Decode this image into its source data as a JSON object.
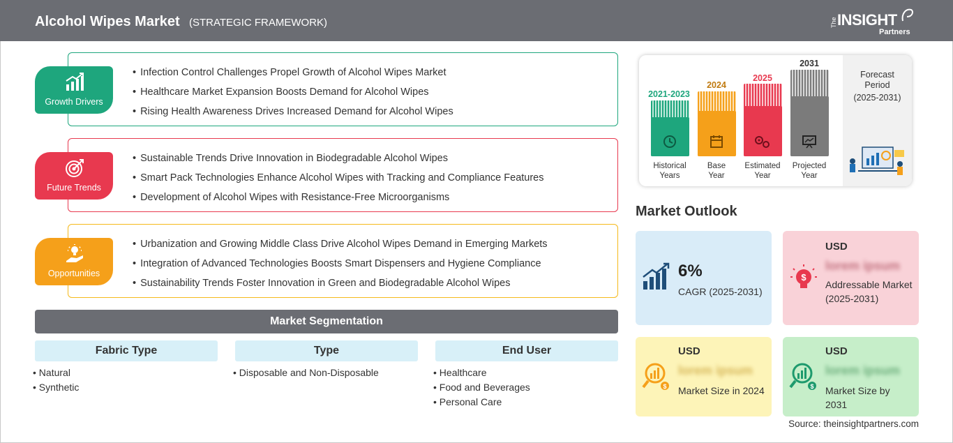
{
  "header": {
    "title": "Alcohol Wipes Market",
    "subtitle": "(STRATEGIC FRAMEWORK)",
    "logo_the": "The",
    "logo_insight": "INSIGHT",
    "logo_partners": "Partners"
  },
  "sections": [
    {
      "label": "Growth Drivers",
      "color": "#1ea67d",
      "icon": "growth-chart-icon",
      "items": [
        "Infection Control Challenges Propel Growth of Alcohol Wipes Market",
        "Healthcare Market Expansion Boosts Demand for Alcohol Wipes",
        "Rising Health Awareness Drives Increased Demand for Alcohol Wipes"
      ]
    },
    {
      "label": "Future Trends",
      "color": "#e8394f",
      "icon": "target-icon",
      "items": [
        "Sustainable Trends Drive Innovation in Biodegradable Alcohol Wipes",
        "Smart Pack Technologies Enhance Alcohol Wipes with Tracking and Compliance Features",
        "Development of Alcohol Wipes with Resistance-Free Microorganisms"
      ]
    },
    {
      "label": "Opportunities",
      "color": "#f5a01a",
      "icon": "lightbulb-hand-icon",
      "items": [
        "Urbanization and Growing Middle Class Drive Alcohol Wipes Demand in Emerging Markets",
        "Integration of Advanced Technologies Boosts Smart Dispensers and Hygiene Compliance",
        "Sustainability Trends Foster Innovation in Green and Biodegradable Alcohol Wipes"
      ]
    }
  ],
  "segmentation": {
    "title": "Market Segmentation",
    "columns": [
      {
        "heading": "Fabric Type",
        "items": [
          "Natural",
          "Synthetic"
        ]
      },
      {
        "heading": "Type",
        "items": [
          "Disposable and Non-Disposable"
        ]
      },
      {
        "heading": "End User",
        "items": [
          "Healthcare",
          "Food and Beverages",
          "Personal Care"
        ]
      }
    ]
  },
  "timeline": {
    "periods": [
      {
        "year": "2021-2023",
        "label_line1": "Historical",
        "label_line2": "Years",
        "color": "#1ea67d",
        "icon": "history-icon"
      },
      {
        "year": "2024",
        "label_line1": "Base",
        "label_line2": "Year",
        "color": "#f5a01a",
        "icon": "calendar-icon"
      },
      {
        "year": "2025",
        "label_line1": "Estimated",
        "label_line2": "Year",
        "color": "#e8394f",
        "icon": "gears-icon"
      },
      {
        "year": "2031",
        "label_line1": "Projected",
        "label_line2": "Year",
        "color": "#7b7b7b",
        "icon": "presentation-icon"
      }
    ],
    "forecast_line1": "Forecast",
    "forecast_line2": "Period",
    "forecast_range": "(2025-2031)"
  },
  "outlook": {
    "title": "Market Outlook",
    "cagr_value": "6%",
    "cagr_label": "CAGR (2025-2031)",
    "addressable_usd": "USD",
    "addressable_value": "lorem ipsum",
    "addressable_label": "Addressable Market (2025-2031)",
    "size2024_usd": "USD",
    "size2024_value": "lorem ipsum",
    "size2024_label": "Market Size in 2024",
    "size2031_usd": "USD",
    "size2031_value": "lorem ipsum",
    "size2031_label": "Market Size by 2031"
  },
  "source": "Source: theinsightpartners.com",
  "colors": {
    "header": "#6b6d73",
    "green": "#1ea67d",
    "red": "#e8394f",
    "orange": "#f5a01a",
    "navy": "#1f4e79"
  }
}
